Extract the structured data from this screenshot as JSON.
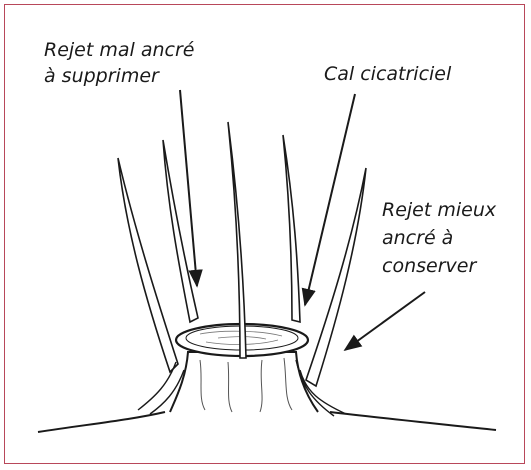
{
  "labels": {
    "remove_line1": "Rejet mal ancré",
    "remove_line2": "à supprimer",
    "callus": "Cal cicatriciel",
    "keep_line1": "Rejet mieux",
    "keep_line2": "ancré à",
    "keep_line3": "conserver"
  },
  "colors": {
    "border": "#b8475a",
    "ink": "#1a1a1a"
  }
}
